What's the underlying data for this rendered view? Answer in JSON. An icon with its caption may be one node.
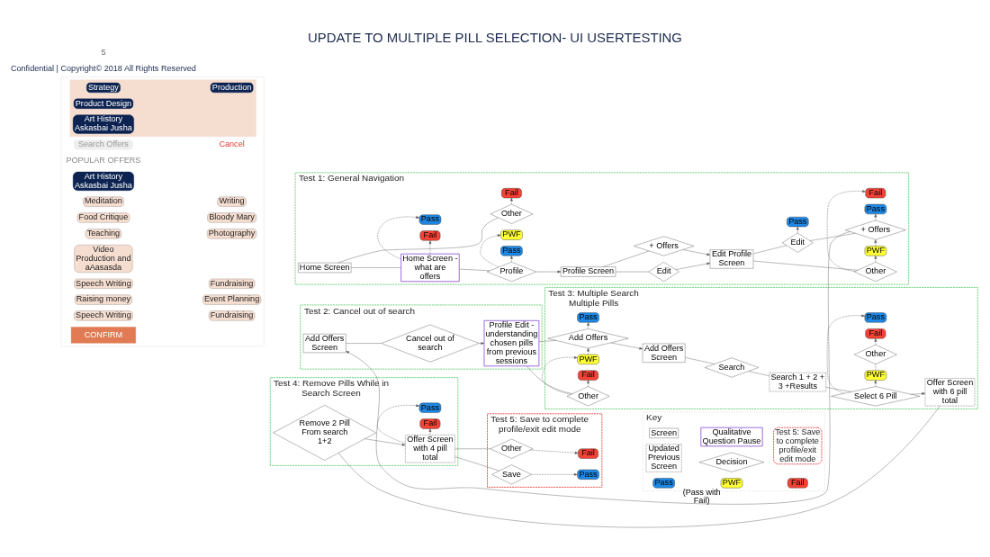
{
  "diagram": {
    "title": "UPDATE TO MULTIPLE PILL SELECTION- UI USERTESTING",
    "nodes": [
      {
        "text": [],
        "shape": "box"
      },
      {
        "text": [
          "Search Offers"
        ],
        "in": 0
      },
      {
        "text": [],
        "shape": "box",
        "in": 0
      },
      {
        "text": [
          "Strategy"
        ],
        "in": 2
      },
      {
        "text": [
          "Production"
        ],
        "in": 2
      },
      {
        "text": [
          "Product Design"
        ],
        "in": 2
      },
      {
        "text": [
          "Art History Askasbai Jusha"
        ],
        "in": 2
      },
      {
        "text": [
          "Art History Askasbai Jusha"
        ],
        "in": 0
      },
      {
        "text": [
          "Meditation"
        ],
        "in": 0
      },
      {
        "text": [
          "Writing"
        ],
        "in": 0
      },
      {
        "text": [
          "Food Critique"
        ],
        "in": 0
      },
      {
        "text": [
          "Bloody Mary"
        ],
        "in": 0
      },
      {
        "text": [
          "Teaching"
        ],
        "in": 0
      },
      {
        "text": [
          "Photography"
        ],
        "in": 0
      },
      {
        "text": [
          "Video Production and aAasasda"
        ],
        "in": 0
      },
      {
        "text": [
          "Speech Writing"
        ],
        "in": 0
      },
      {
        "text": [
          "Fundraising"
        ],
        "in": 0
      },
      {
        "text": [
          "Raising money"
        ],
        "in": 0
      },
      {
        "text": [
          "Event Planning"
        ],
        "in": 0
      },
      {
        "text": [
          "Speech Writing"
        ],
        "in": 0
      },
      {
        "text": [
          "Fundraising"
        ],
        "in": 0
      },
      {
        "text": [
          "CONFIRM"
        ],
        "in": 0
      },
      {
        "text": [
          "Test 1: General Navigation"
        ]
      },
      {
        "text": [
          "Home Screen"
        ],
        "in": 22
      },
      {
        "text": [
          "Home Screen - what are offers"
        ],
        "in": 22
      },
      {
        "text": [
          "Pass"
        ],
        "in": 22
      },
      {
        "text": [
          "Fail"
        ],
        "in": 22
      },
      {
        "text": [
          "Pass"
        ],
        "in": 22
      },
      {
        "text": [
          "Profile"
        ],
        "in": 22
      },
      {
        "text": [
          "PWF"
        ],
        "in": 22
      },
      {
        "text": [
          "Other"
        ],
        "in": 22
      },
      {
        "text": [
          "Fail"
        ],
        "in": 22
      },
      {
        "text": [
          "Profile Screen"
        ],
        "in": 22
      },
      {
        "text": [
          "Edit"
        ],
        "in": 22
      },
      {
        "text": [
          "+ Offers"
        ],
        "in": 22
      },
      {
        "text": [
          "Edit Profile Screen"
        ],
        "in": 22
      },
      {
        "text": [
          "Pass"
        ],
        "in": 22
      },
      {
        "text": [
          "Edit"
        ],
        "in": 22
      },
      {
        "text": [
          "Pass"
        ],
        "in": 22
      },
      {
        "text": [
          "+ Offers"
        ],
        "in": 22
      },
      {
        "text": [
          "PWF"
        ],
        "in": 22
      },
      {
        "text": [
          "Other"
        ],
        "in": 22
      },
      {
        "text": [
          "Fail"
        ],
        "in": 22
      },
      {
        "text": [
          "Test 2: Cancel out of search"
        ]
      },
      {
        "text": [
          "Add Offers Screen"
        ],
        "in": 43
      },
      {
        "text": [
          "Cancel out of search"
        ],
        "in": 43
      },
      {
        "text": [
          "Profile Edit - understanding chosen pills from previous sessions"
        ],
        "in": 43
      },
      {
        "text": [
          "Test 3: Multiple Search Multiple Pills"
        ]
      },
      {
        "text": [
          "Pass"
        ],
        "in": 47
      },
      {
        "text": [
          "Add Offers"
        ],
        "in": 47
      },
      {
        "text": [
          "PWF"
        ],
        "in": 47
      },
      {
        "text": [
          "Other"
        ],
        "in": 47
      },
      {
        "text": [
          "Fail"
        ],
        "in": 47
      },
      {
        "text": [
          "Add Offers Screen"
        ],
        "in": 47
      },
      {
        "text": [
          "Search"
        ],
        "in": 47
      },
      {
        "text": [
          "Search 1 + 2 + 3 +Results"
        ],
        "in": 47
      },
      {
        "text": [
          "Pass"
        ],
        "in": 47
      },
      {
        "text": [
          "Select 6 Pill"
        ],
        "in": 47
      },
      {
        "text": [
          "PWF"
        ],
        "in": 47
      },
      {
        "text": [
          "Other"
        ],
        "in": 47
      },
      {
        "text": [
          "Fail"
        ],
        "in": 47
      },
      {
        "text": [
          "Offer Screen with 6 pill total"
        ],
        "in": 47
      },
      {
        "text": [
          "Test 4: Remove Pills While in Search Screen"
        ]
      },
      {
        "text": [
          "Remove 2 Pill From search 1+2"
        ],
        "in": 62
      },
      {
        "text": [
          "Pass"
        ],
        "in": 62
      },
      {
        "text": [
          "Offer Screen with 4 pill total"
        ],
        "in": 62
      },
      {
        "text": [
          "Fail"
        ],
        "in": 62
      },
      {
        "text": [
          "Test 5: Save to complete profile/exit edit mode"
        ]
      },
      {
        "text": [
          "Other"
        ],
        "in": 67
      },
      {
        "text": [
          "Fail"
        ],
        "in": 67
      },
      {
        "text": [
          "Save"
        ],
        "in": 67
      },
      {
        "text": [
          "Pass"
        ],
        "in": 67
      },
      {
        "text": [
          "Key"
        ]
      },
      {
        "text": [
          "Screen"
        ],
        "in": 72
      },
      {
        "text": [
          "Qualitative Question Pause"
        ],
        "in": 72
      },
      {
        "text": [
          "Test 5: Save to complete profile/exit edit mode"
        ],
        "in": 72
      },
      {
        "text": [
          "Updated Previous Screen"
        ],
        "in": 72
      },
      {
        "text": [
          "Decision"
        ],
        "in": 72
      },
      {
        "text": [
          "Pass"
        ],
        "in": 72
      },
      {
        "text": [
          "PWF"
        ],
        "in": 72,
        "beside": [
          "(Pass with Fail)"
        ]
      },
      {
        "text": [
          "Fail"
        ],
        "in": 72
      }
    ],
    "edges": [
      {
        "from": 23,
        "to": 24,
        "arrow": "none"
      },
      {
        "from": 24,
        "to": 25,
        "arrow": "to",
        "style": "dashed"
      },
      {
        "from": 24,
        "to": 26,
        "arrow": "to",
        "style": "dashed"
      },
      {
        "from": 24,
        "to": 28,
        "arrow": "none"
      },
      {
        "from": 28,
        "to": 27,
        "arrow": "to",
        "style": "dashed"
      },
      {
        "from": 28,
        "to": 29,
        "arrow": "to",
        "style": "dashed"
      },
      {
        "from": 28,
        "to": 32,
        "arrow": "to"
      },
      {
        "from": 23,
        "to": 30,
        "arrow": "none"
      },
      {
        "from": 30,
        "to": 31,
        "arrow": "to",
        "style": "dashed"
      },
      {
        "from": 32,
        "to": 33,
        "arrow": "none"
      },
      {
        "from": 32,
        "to": 34,
        "arrow": "none"
      },
      {
        "from": 33,
        "to": 35,
        "arrow": "to"
      },
      {
        "from": 34,
        "to": 35,
        "arrow": "to"
      },
      {
        "from": 35,
        "to": 37,
        "arrow": "none"
      },
      {
        "from": 37,
        "to": 36,
        "arrow": "to",
        "style": "dashed"
      },
      {
        "from": 37,
        "to": 39,
        "arrow": "none"
      },
      {
        "from": 39,
        "to": 38,
        "arrow": "to",
        "style": "dashed"
      },
      {
        "from": 40,
        "to": 39,
        "arrow": "to",
        "style": "dashed"
      },
      {
        "from": 35,
        "to": 41,
        "arrow": "none"
      },
      {
        "from": 41,
        "to": 40,
        "arrow": "to",
        "style": "dashed"
      },
      {
        "from": 41,
        "to": 42,
        "arrow": "to",
        "style": "dashed"
      },
      {
        "from": 39,
        "to": 44,
        "arrow": "to"
      },
      {
        "from": 44,
        "to": 45,
        "arrow": "none"
      },
      {
        "from": 45,
        "to": 46,
        "arrow": "to"
      },
      {
        "from": 46,
        "to": 49,
        "arrow": "none"
      },
      {
        "from": 46,
        "to": 51,
        "arrow": "none"
      },
      {
        "from": 49,
        "to": 48,
        "arrow": "to",
        "style": "dashed"
      },
      {
        "from": 50,
        "to": 49,
        "arrow": "to",
        "style": "dashed"
      },
      {
        "from": 51,
        "to": 50,
        "arrow": "to",
        "style": "dashed"
      },
      {
        "from": 51,
        "to": 52,
        "arrow": "to",
        "style": "dashed"
      },
      {
        "from": 49,
        "to": 53,
        "arrow": "to"
      },
      {
        "from": 53,
        "to": 54,
        "arrow": "none"
      },
      {
        "from": 54,
        "to": 55,
        "arrow": "none"
      },
      {
        "from": 55,
        "to": 57,
        "arrow": "none"
      },
      {
        "from": 57,
        "to": 56,
        "arrow": "to",
        "style": "dashed"
      },
      {
        "from": 57,
        "to": 58,
        "arrow": "to",
        "style": "dashed"
      },
      {
        "from": 58,
        "to": 59,
        "arrow": "none",
        "style": "dashed"
      },
      {
        "from": 59,
        "to": 60,
        "arrow": "to",
        "style": "dashed"
      },
      {
        "from": 57,
        "to": 61,
        "arrow": "to"
      },
      {
        "from": 61,
        "to": 63,
        "arrow": "none"
      },
      {
        "from": 63,
        "to": 65,
        "arrow": "to"
      },
      {
        "from": 65,
        "to": 64,
        "arrow": "to",
        "style": "dashed"
      },
      {
        "from": 65,
        "to": 66,
        "arrow": "to",
        "style": "dashed"
      },
      {
        "from": 65,
        "to": 68,
        "arrow": "none"
      },
      {
        "from": 65,
        "to": 70,
        "arrow": "none"
      },
      {
        "from": 68,
        "to": 69,
        "arrow": "to",
        "style": "dashed"
      },
      {
        "from": 70,
        "to": 71,
        "arrow": "to",
        "style": "dashed"
      }
    ],
    "labels": [
      "Cancel",
      "POPULAR OFFERS",
      "Confidential | Copyright© 2018 All Rights Reserved",
      "5"
    ]
  }
}
